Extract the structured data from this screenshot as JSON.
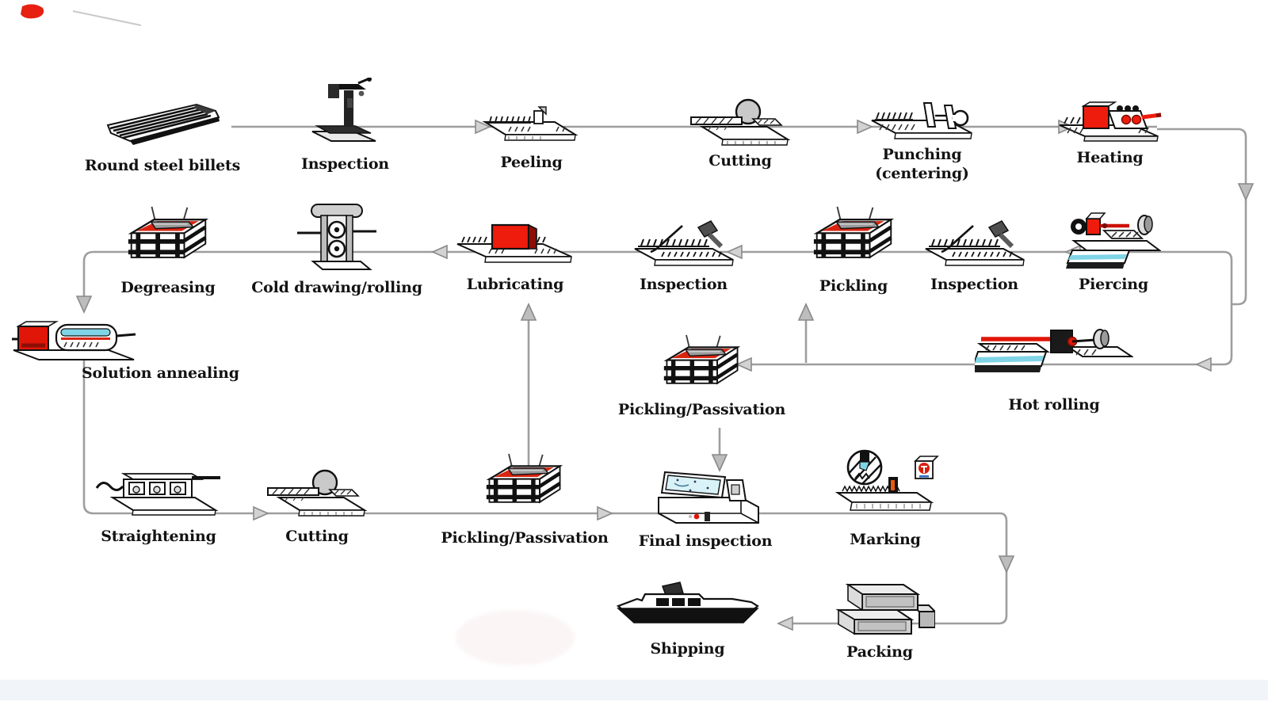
{
  "diagram": {
    "type": "process-flow",
    "subject": "steel pipe production process"
  },
  "colors": {
    "line_gray": "#9e9e9e",
    "arrow_fill": "#d2d2d2",
    "accent_red": "#e81c0c",
    "accent_cyan": "#8fdcec",
    "label_black": "#131313"
  },
  "nodes": [
    {
      "label": "Round steel billets"
    },
    {
      "label": "Inspection"
    },
    {
      "label": "Peeling"
    },
    {
      "label": "Cutting"
    },
    {
      "label": "Punching",
      "label2": "(centering)"
    },
    {
      "label": "Heating"
    },
    {
      "label": "Piercing"
    },
    {
      "label": "Inspection"
    },
    {
      "label": "Pickling"
    },
    {
      "label": "Inspection"
    },
    {
      "label": "Lubricating"
    },
    {
      "label": "Cold drawing/rolling"
    },
    {
      "label": "Degreasing"
    },
    {
      "label": "Solution annealing"
    },
    {
      "label": "Hot rolling"
    },
    {
      "label": "Pickling/Passivation"
    },
    {
      "label": "Straightening"
    },
    {
      "label": "Cutting"
    },
    {
      "label": "Pickling/Passivation"
    },
    {
      "label": "Final inspection"
    },
    {
      "label": "Marking"
    },
    {
      "label": "Packing"
    },
    {
      "label": "Shipping"
    }
  ]
}
